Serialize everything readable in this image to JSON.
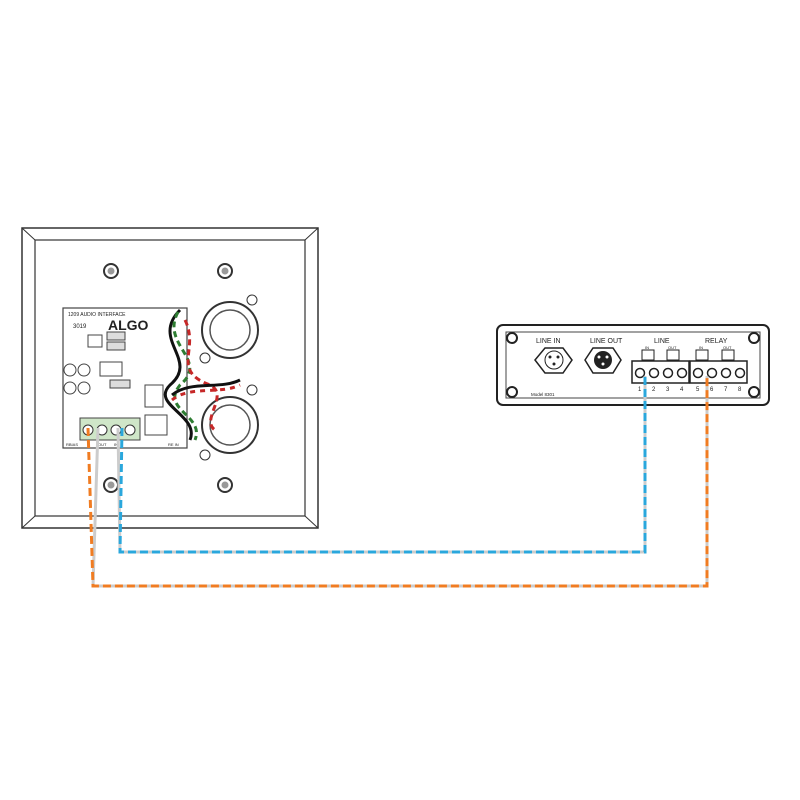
{
  "wall_plate": {
    "board_title": "1209 AUDIO INTERFACE",
    "board_number": "3019",
    "brand": "ALGO",
    "terminal_labels": [
      "RBIAS",
      "OUT",
      "IN",
      "RE IN"
    ]
  },
  "interface_box": {
    "line_in_label": "LINE IN",
    "line_out_label": "LINE OUT",
    "line_label": "LINE",
    "relay_label": "RELAY",
    "in_label": "IN",
    "out_label": "OUT",
    "terminal_numbers": [
      "1",
      "2",
      "3",
      "4",
      "5",
      "6",
      "7",
      "8"
    ],
    "model_label": "Model 8301"
  },
  "colors": {
    "blue_wire": "#2aa7dc",
    "orange_wire": "#f07c22",
    "white_wire": "#cccccc",
    "green_wire": "#2e7d32",
    "red_wire": "#c62828",
    "black_wire": "#111111"
  }
}
